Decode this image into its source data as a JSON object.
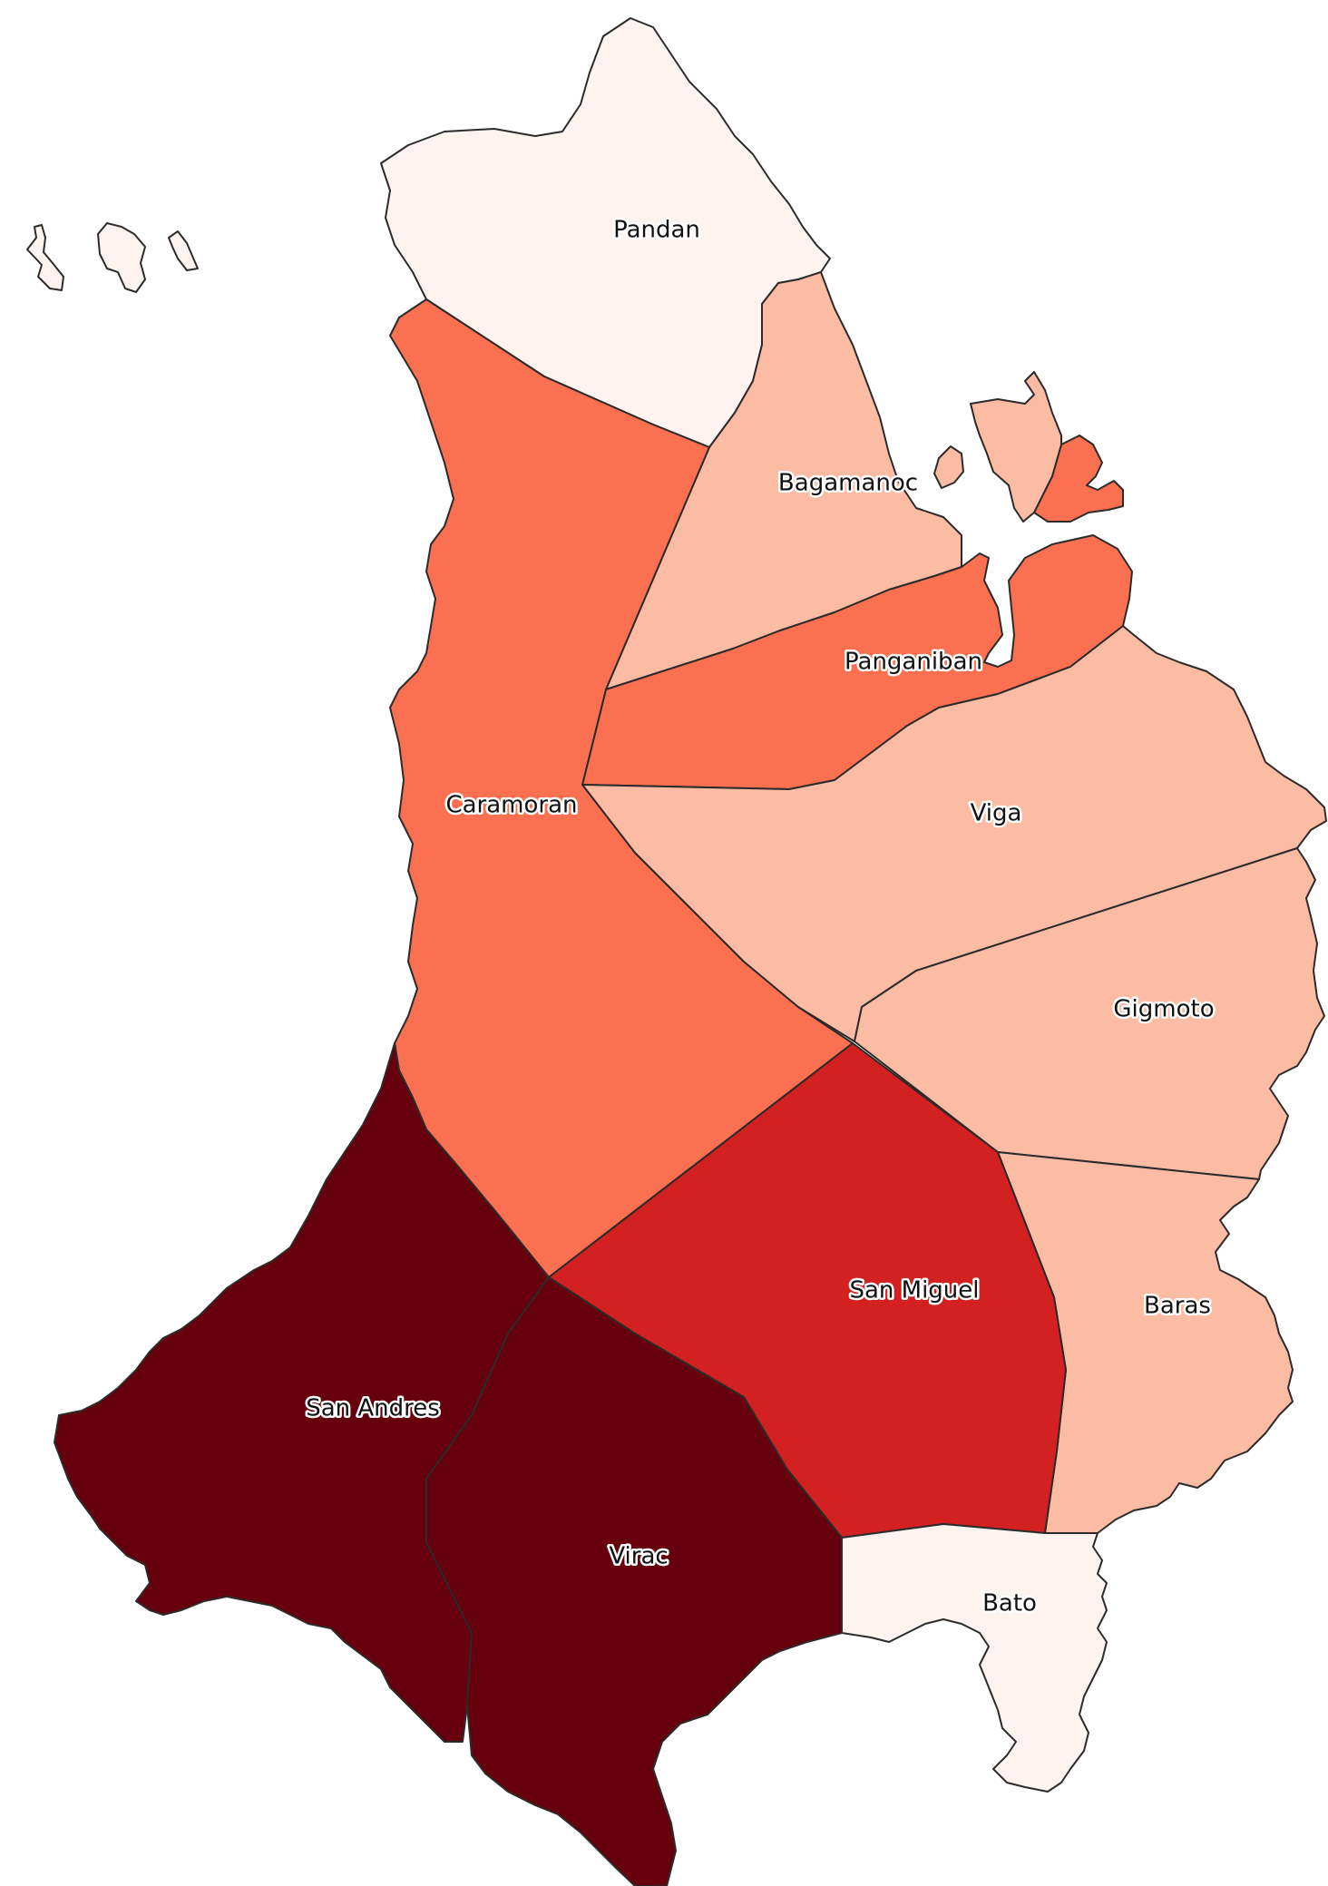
{
  "map": {
    "classes": {
      "lowest": "#fef3ef",
      "low": "#fcbba3",
      "medium": "#fb7050",
      "high": "#d32020",
      "highest": "#67000d"
    },
    "municipalities": [
      {
        "id": "pandan",
        "name": "Pandan",
        "class": "lowest"
      },
      {
        "id": "bagamanoc",
        "name": "Bagamanoc",
        "class": "low"
      },
      {
        "id": "panganiban",
        "name": "Panganiban",
        "class": "medium"
      },
      {
        "id": "caramoran",
        "name": "Caramoran",
        "class": "medium"
      },
      {
        "id": "viga",
        "name": "Viga",
        "class": "low"
      },
      {
        "id": "gigmoto",
        "name": "Gigmoto",
        "class": "low"
      },
      {
        "id": "baras",
        "name": "Baras",
        "class": "low"
      },
      {
        "id": "san-miguel",
        "name": "San Miguel",
        "class": "high"
      },
      {
        "id": "san-andres",
        "name": "San Andres",
        "class": "highest"
      },
      {
        "id": "virac",
        "name": "Virac",
        "class": "highest"
      },
      {
        "id": "bato",
        "name": "Bato",
        "class": "lowest"
      }
    ]
  }
}
